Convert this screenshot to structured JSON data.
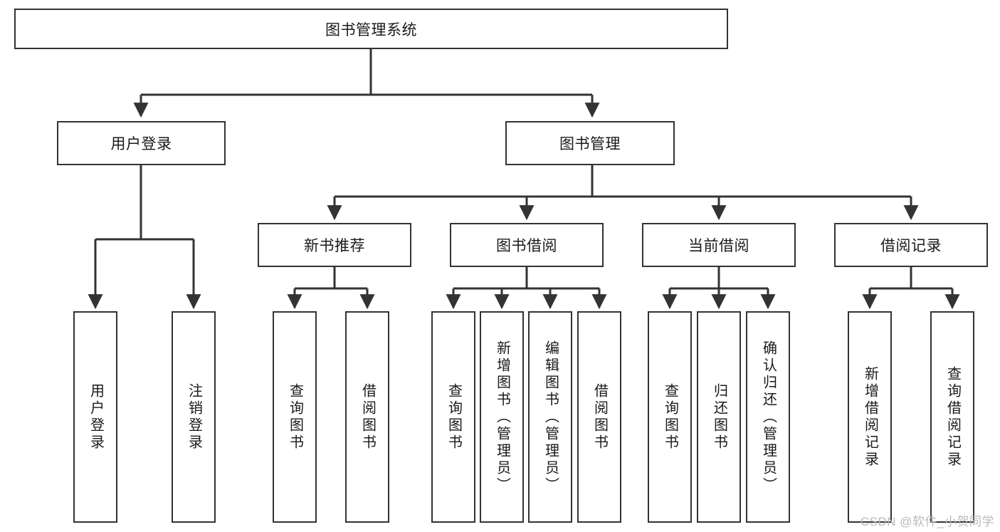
{
  "diagram": {
    "type": "tree-hierarchy",
    "title": "图书管理系统",
    "orientation": "top-down",
    "watermark": "CSDN @软件_小贺同学",
    "colors": {
      "box_border": "#333333",
      "box_fill": "#ffffff",
      "connector": "#333333",
      "text": "#1a1a1a",
      "watermark": "#b9b9b9"
    },
    "nodes": {
      "root": {
        "label": "图书管理系统",
        "level": 1
      },
      "l2": [
        {
          "id": "user-login",
          "label": "用户登录",
          "level": 2
        },
        {
          "id": "book-management",
          "label": "图书管理",
          "level": 2
        }
      ],
      "l3": [
        {
          "id": "new-book-recommend",
          "label": "新书推荐",
          "level": 3,
          "parent": "book-management"
        },
        {
          "id": "book-borrow",
          "label": "图书借阅",
          "level": 3,
          "parent": "book-management"
        },
        {
          "id": "current-borrow",
          "label": "当前借阅",
          "level": 3,
          "parent": "book-management"
        },
        {
          "id": "borrow-record",
          "label": "借阅记录",
          "level": 3,
          "parent": "book-management"
        }
      ],
      "leaves": [
        {
          "id": "leaf-user-login",
          "label": "用户登录",
          "parent": "user-login"
        },
        {
          "id": "leaf-logout",
          "label": "注销登录",
          "parent": "user-login"
        },
        {
          "id": "leaf-query-book-1",
          "label": "查询图书",
          "parent": "new-book-recommend"
        },
        {
          "id": "leaf-borrow-book-1",
          "label": "借阅图书",
          "parent": "new-book-recommend"
        },
        {
          "id": "leaf-query-book-2",
          "label": "查询图书",
          "parent": "book-borrow"
        },
        {
          "id": "leaf-add-book",
          "label": "新增图书（管理员）",
          "parent": "book-borrow"
        },
        {
          "id": "leaf-edit-book",
          "label": "编辑图书（管理员）",
          "parent": "book-borrow"
        },
        {
          "id": "leaf-borrow-book-2",
          "label": "借阅图书",
          "parent": "book-borrow"
        },
        {
          "id": "leaf-query-book-3",
          "label": "查询图书",
          "parent": "current-borrow"
        },
        {
          "id": "leaf-return-book",
          "label": "归还图书",
          "parent": "current-borrow"
        },
        {
          "id": "leaf-confirm-return",
          "label": "确认归还（管理员）",
          "parent": "current-borrow"
        },
        {
          "id": "leaf-add-record",
          "label": "新增借阅记录",
          "parent": "borrow-record"
        },
        {
          "id": "leaf-query-record",
          "label": "查询借阅记录",
          "parent": "borrow-record"
        }
      ]
    }
  }
}
